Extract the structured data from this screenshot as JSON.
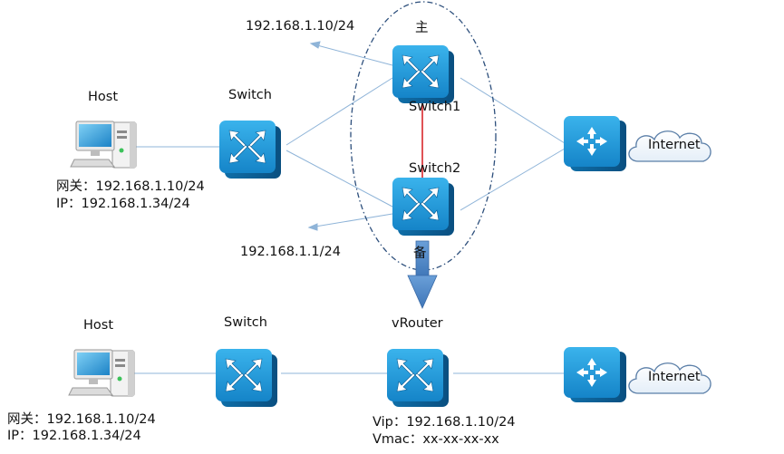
{
  "top": {
    "host_title": "Host",
    "host_gateway": "网关：192.168.1.10/24",
    "host_ip": "IP：192.168.1.34/24",
    "switch_title": "Switch",
    "vip_label": "192.168.1.10/24",
    "real_ip_label": "192.168.1.1/24",
    "master_label": "主",
    "backup_label": "备",
    "switch1_label": "Switch1",
    "switch2_label": "Switch2",
    "internet_label": "Internet"
  },
  "bottom": {
    "host_title": "Host",
    "host_gateway": "网关：192.168.1.10/24",
    "host_ip": "IP：192.168.1.34/24",
    "switch_title": "Switch",
    "vrouter_title": "vRouter",
    "vip": "Vip：192.168.1.10/24",
    "vmac": "Vmac：xx-xx-xx-xx",
    "internet_label": "Internet"
  },
  "colors": {
    "device_blue": "#1796d8",
    "device_dark": "#0b5d93",
    "link_line": "#8fb4d8",
    "ha_link": "#d9262c",
    "ha_group_border": "#2d4f7c",
    "arrow_fill": "#4f86c6"
  }
}
